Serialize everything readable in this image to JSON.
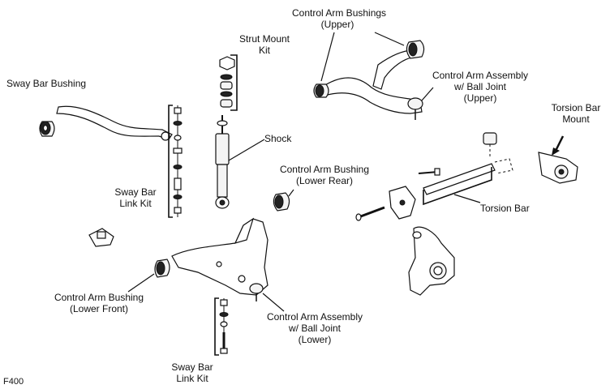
{
  "figure_code": "F400",
  "labels": {
    "control_arm_bushings_upper": [
      "Control Arm Bushings",
      "(Upper)"
    ],
    "strut_mount_kit": [
      "Strut Mount",
      "Kit"
    ],
    "sway_bar_bushing": [
      "Sway Bar Bushing"
    ],
    "control_arm_assembly_upper": [
      "Control Arm Assembly",
      "w/ Ball Joint",
      "(Upper)"
    ],
    "torsion_bar_mount": [
      "Torsion Bar",
      "Mount"
    ],
    "shock": [
      "Shock"
    ],
    "control_arm_bushing_lower_rear": [
      "Control Arm Bushing",
      "(Lower Rear)"
    ],
    "sway_bar_link_kit_upper": [
      "Sway Bar",
      "Link Kit"
    ],
    "torsion_bar": [
      "Torsion Bar"
    ],
    "control_arm_bushing_lower_front": [
      "Control Arm Bushing",
      "(Lower Front)"
    ],
    "control_arm_assembly_lower": [
      "Control Arm Assembly",
      "w/ Ball Joint",
      "(Lower)"
    ],
    "sway_bar_link_kit_lower": [
      "Sway Bar",
      "Link Kit"
    ]
  }
}
